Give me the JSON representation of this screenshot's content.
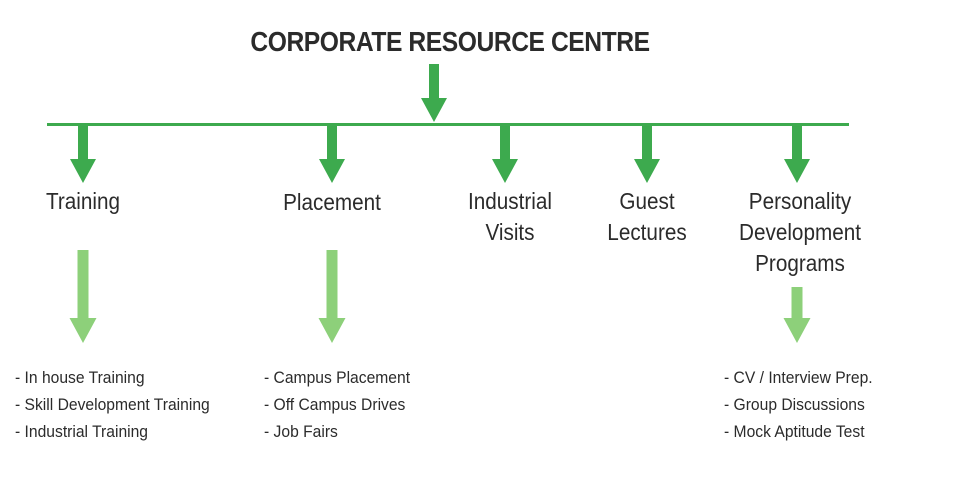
{
  "title": "CORPORATE RESOURCE CENTRE",
  "colors": {
    "dark_green": "#3daa4e",
    "light_green": "#8dd07a",
    "text": "#2b2b2b"
  },
  "branches": [
    {
      "label_lines": [
        "Training"
      ],
      "items": [
        "In house Training",
        "Skill Development Training",
        "Industrial Training"
      ]
    },
    {
      "label_lines": [
        "Placement"
      ],
      "items": [
        "Campus Placement",
        "Off Campus Drives",
        "Job Fairs"
      ]
    },
    {
      "label_lines": [
        "Industrial",
        "Visits"
      ],
      "items": []
    },
    {
      "label_lines": [
        "Guest",
        "Lectures"
      ],
      "items": []
    },
    {
      "label_lines": [
        "Personality",
        "Development",
        "Programs"
      ],
      "items": [
        "CV / Interview Prep.",
        "Group Discussions",
        "Mock Aptitude Test"
      ]
    }
  ]
}
